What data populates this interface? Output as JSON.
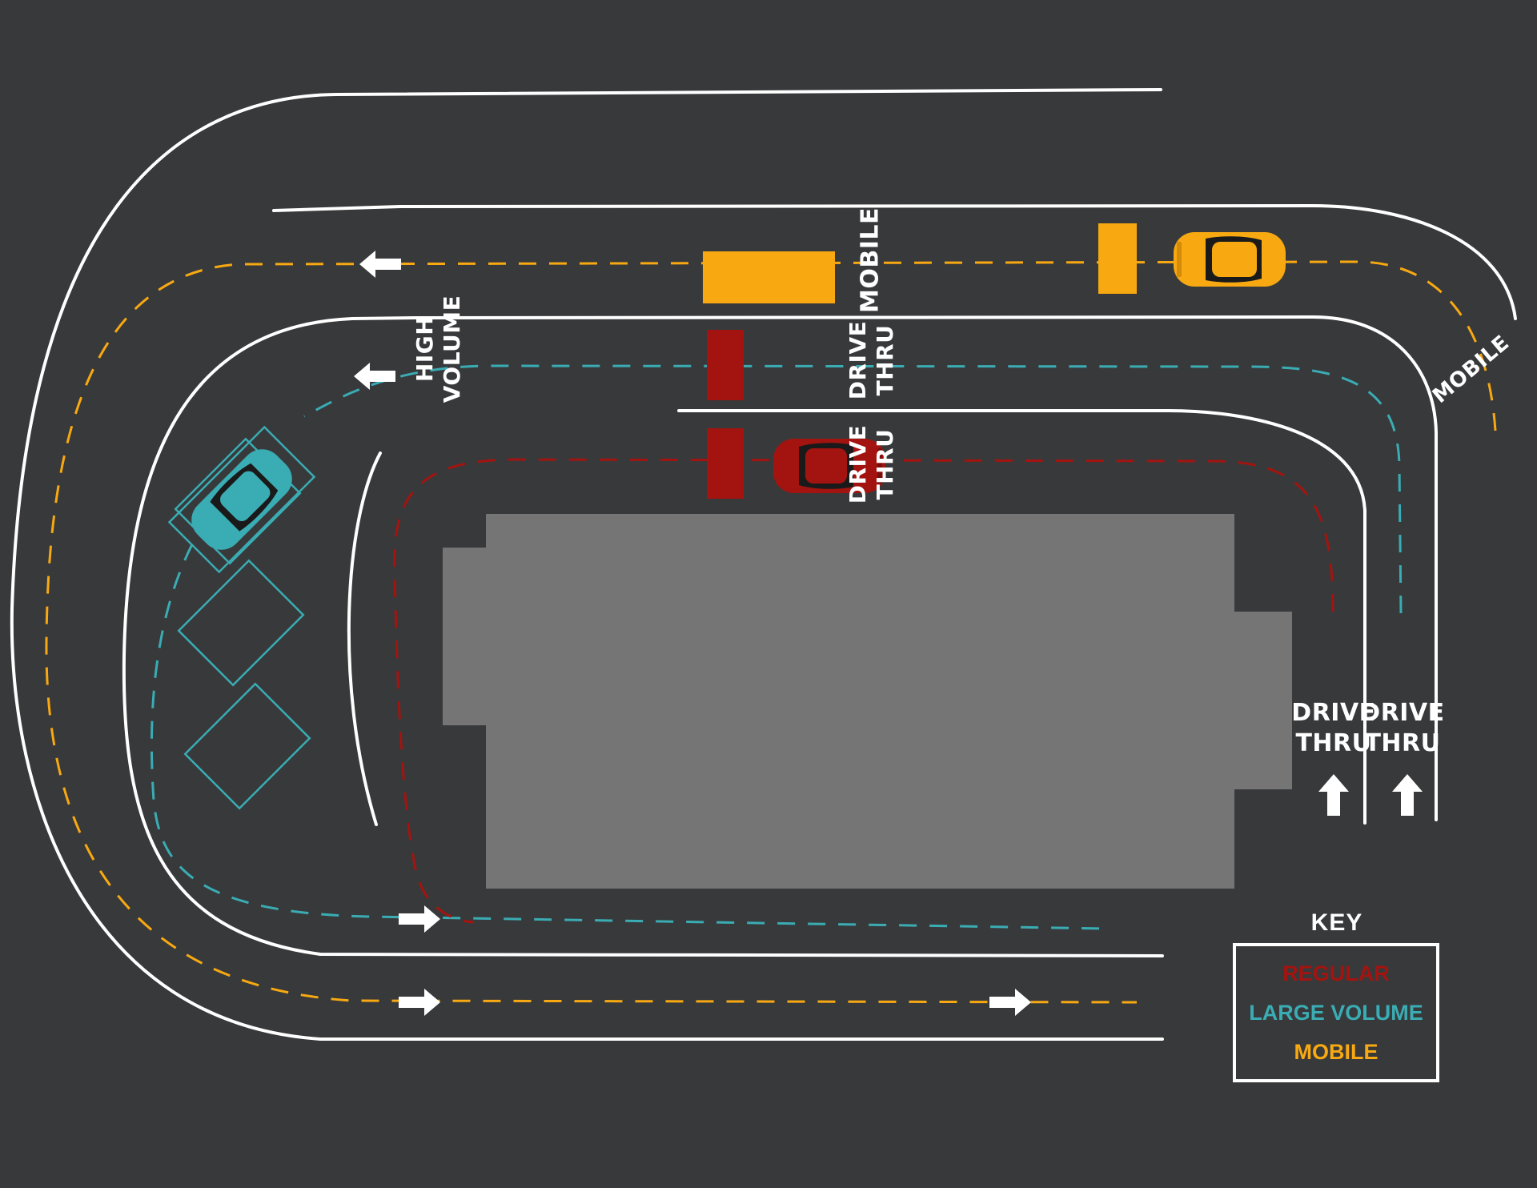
{
  "colors": {
    "background": "#38393b",
    "regular": "#a31410",
    "large_volume": "#3aacb3",
    "mobile": "#f8a912",
    "building": "#767575",
    "line": "#ffffff"
  },
  "labels": {
    "mobile_top": "MOBILE",
    "mobile_curve": "MOBILE",
    "high_volume_1": "HIGH",
    "high_volume_2": "VOLUME",
    "drive_thru_mid_1": "DRIVE",
    "drive_thru_mid_2": "THRU",
    "drive_thru_low_1": "DRIVE",
    "drive_thru_low_2": "THRU",
    "drive_thru_right1_1": "DRIVE",
    "drive_thru_right1_2": "THRU",
    "drive_thru_right2_1": "DRIVE",
    "drive_thru_right2_2": "THRU"
  },
  "key": {
    "title": "KEY",
    "items": [
      {
        "label": "REGULAR",
        "color": "#a31410"
      },
      {
        "label": "LARGE VOLUME",
        "color": "#3aacb3"
      },
      {
        "label": "MOBILE",
        "color": "#f8a912"
      }
    ]
  },
  "icons": {
    "car_regular": "car-icon",
    "car_large_volume": "car-icon",
    "car_mobile": "car-icon",
    "arrows": "arrow-icon"
  }
}
